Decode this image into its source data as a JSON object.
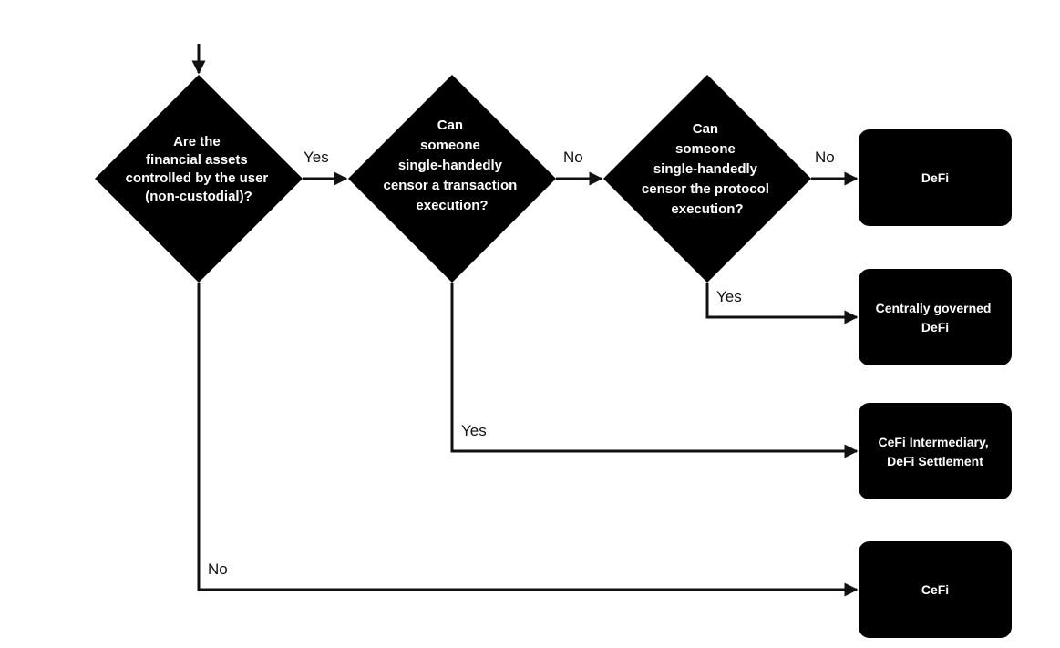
{
  "colors": {
    "node_fill": "#000000",
    "node_text": "#ffffff",
    "edge": "#111111",
    "background": "#ffffff"
  },
  "decisions": {
    "custody": {
      "lines": [
        "Are the",
        "financial assets",
        "controlled by the user",
        "(non-custodial)?"
      ]
    },
    "tx_censor": {
      "lines": [
        "Can",
        "someone",
        "single-handedly",
        "censor a transaction",
        "execution?"
      ]
    },
    "protocol_censor": {
      "lines": [
        "Can",
        "someone",
        "single-handedly",
        "censor the protocol",
        "execution?"
      ]
    }
  },
  "outcomes": {
    "defi": {
      "lines": [
        "DeFi"
      ]
    },
    "centrally_governed": {
      "lines": [
        "Centrally governed",
        "DeFi"
      ]
    },
    "cefi_intermediary": {
      "lines": [
        "CeFi Intermediary,",
        "DeFi Settlement"
      ]
    },
    "cefi": {
      "lines": [
        "CeFi"
      ]
    }
  },
  "edge_labels": {
    "custody_yes": "Yes",
    "custody_no": "No",
    "tx_no": "No",
    "tx_yes": "Yes",
    "protocol_no": "No",
    "protocol_yes": "Yes"
  }
}
